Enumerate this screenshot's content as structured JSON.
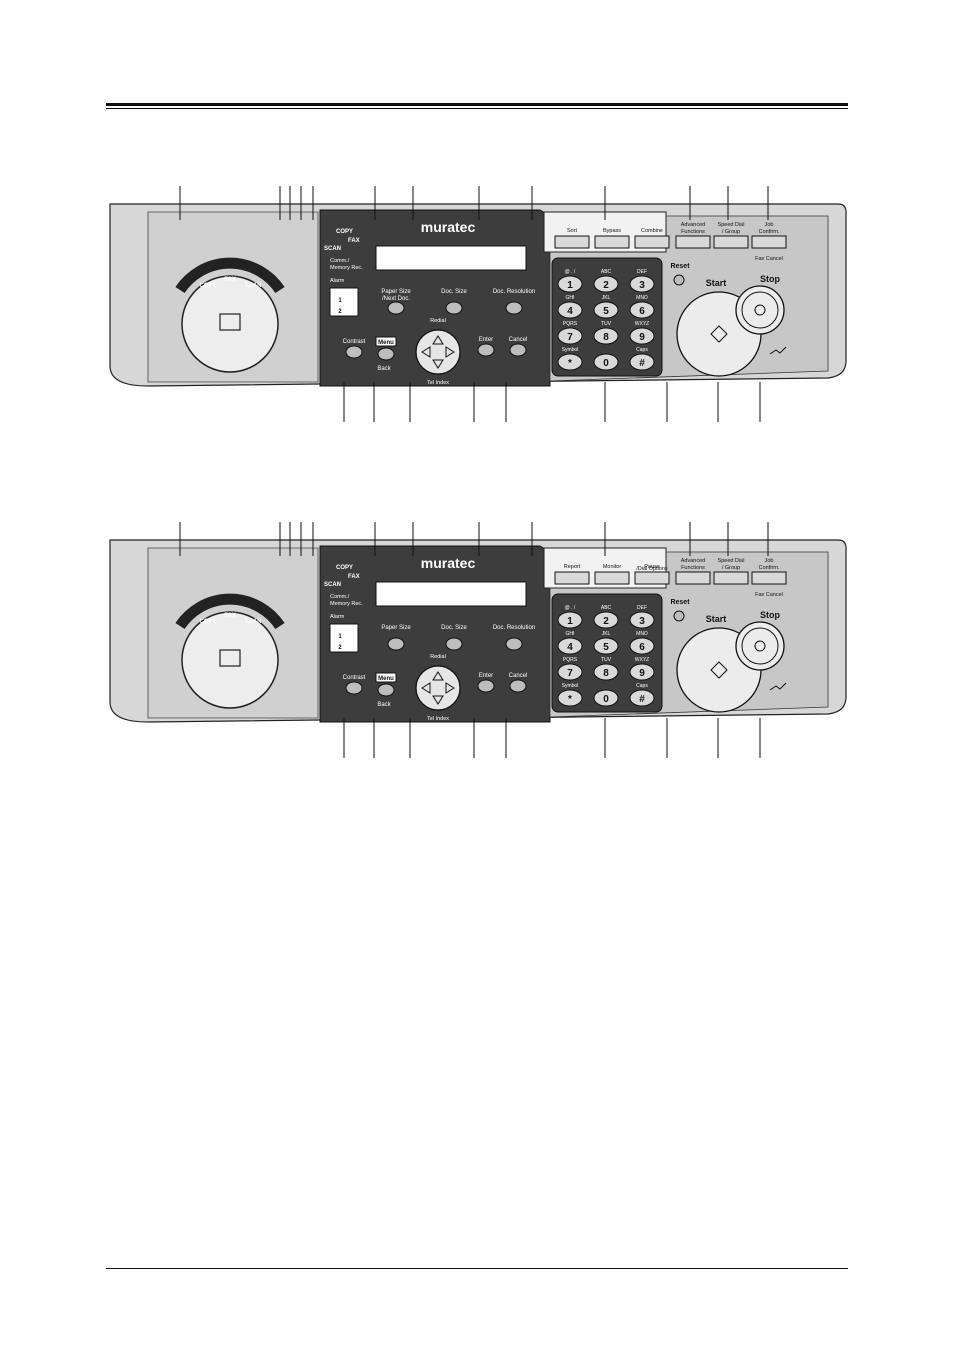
{
  "panels": [
    {
      "id": "panel-1",
      "brand": "muratec",
      "mode_ring": [
        "COPY",
        "FAX",
        "SCAN"
      ],
      "mode_labels": {
        "copy": "COPY",
        "fax": "FAX",
        "scan": "SCAN"
      },
      "indicators": {
        "comm": "Comm./",
        "memory": "Memory Rec.",
        "alarm": "Alarm"
      },
      "tray": {
        "one": "1",
        "two": "2"
      },
      "left_keys": {
        "paper_size": "Paper Size",
        "paper_size_sub": "/Next Doc.",
        "doc_size": "Doc. Size",
        "doc_res": "Doc. Resolution"
      },
      "nav": {
        "contrast": "Contrast",
        "menu": "Menu",
        "back": "Back",
        "redial": "Redial",
        "tel_index": "Tel Index",
        "enter": "Enter",
        "cancel": "Cancel"
      },
      "top_keys": [
        {
          "label": "Sort",
          "sub": ""
        },
        {
          "label": "Bypass",
          "sub": ""
        },
        {
          "label": "Combine",
          "sub": ""
        },
        {
          "label": "Advanced",
          "sub": "Functions"
        },
        {
          "label": "Speed Dial",
          "sub": "/ Group"
        },
        {
          "label": "Job",
          "sub": "Confirm."
        }
      ],
      "fax_cancel": "Fax Cancel",
      "keypad": [
        {
          "k": "1",
          "s": "@ . /"
        },
        {
          "k": "2",
          "s": "ABC"
        },
        {
          "k": "3",
          "s": "DEF"
        },
        {
          "k": "4",
          "s": "GHI"
        },
        {
          "k": "5",
          "s": "JKL"
        },
        {
          "k": "6",
          "s": "MNO"
        },
        {
          "k": "7",
          "s": "PQRS"
        },
        {
          "k": "8",
          "s": "TUV"
        },
        {
          "k": "9",
          "s": "WXYZ"
        },
        {
          "k": "*",
          "s": "Symbol"
        },
        {
          "k": "0",
          "s": ""
        },
        {
          "k": "#",
          "s": "Caps"
        }
      ],
      "reset": "Reset",
      "start": "Start",
      "stop": "Stop"
    },
    {
      "id": "panel-2",
      "brand": "muratec",
      "mode_ring": [
        "COPY",
        "FAX",
        "SCAN"
      ],
      "mode_labels": {
        "copy": "COPY",
        "fax": "FAX",
        "scan": "SCAN"
      },
      "indicators": {
        "comm": "Comm./",
        "memory": "Memory Rec.",
        "alarm": "Alarm"
      },
      "tray": {
        "one": "1",
        "two": "2"
      },
      "left_keys": {
        "paper_size": "Paper Size",
        "paper_size_sub": "",
        "doc_size": "Doc. Size",
        "doc_res": "Doc. Resolution"
      },
      "nav": {
        "contrast": "Contrast",
        "menu": "Menu",
        "back": "Back",
        "redial": "Redial",
        "tel_index": "Tel Index",
        "enter": "Enter",
        "cancel": "Cancel"
      },
      "top_keys": [
        {
          "label": "Report",
          "sub": ""
        },
        {
          "label": "Monitor",
          "sub": ""
        },
        {
          "label": "Pause",
          "sub": "/Dial Options"
        },
        {
          "label": "Advanced",
          "sub": "Functions"
        },
        {
          "label": "Speed Dial",
          "sub": "/ Group"
        },
        {
          "label": "Job",
          "sub": "Confirm."
        }
      ],
      "fax_cancel": "Fax Cancel",
      "keypad": [
        {
          "k": "1",
          "s": "@ . /"
        },
        {
          "k": "2",
          "s": "ABC"
        },
        {
          "k": "3",
          "s": "DEF"
        },
        {
          "k": "4",
          "s": "GHI"
        },
        {
          "k": "5",
          "s": "JKL"
        },
        {
          "k": "6",
          "s": "MNO"
        },
        {
          "k": "7",
          "s": "PQRS"
        },
        {
          "k": "8",
          "s": "TUV"
        },
        {
          "k": "9",
          "s": "WXYZ"
        },
        {
          "k": "*",
          "s": "Symbol"
        },
        {
          "k": "0",
          "s": ""
        },
        {
          "k": "#",
          "s": "Caps"
        }
      ],
      "reset": "Reset",
      "start": "Start",
      "stop": "Stop"
    }
  ]
}
